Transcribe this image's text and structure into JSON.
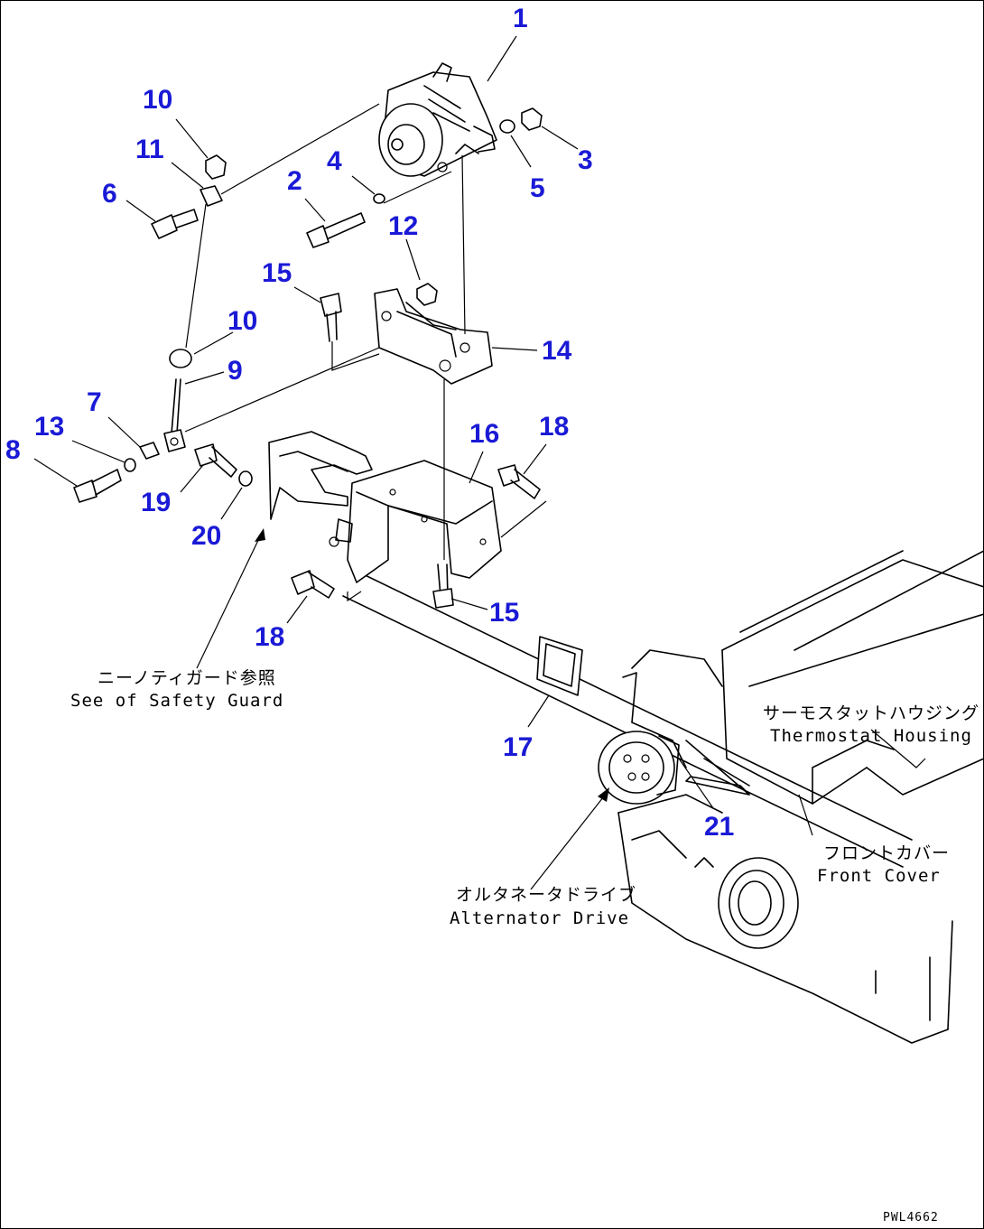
{
  "callouts": [
    "1",
    "2",
    "3",
    "4",
    "5",
    "6",
    "7",
    "8",
    "9",
    "10",
    "10",
    "11",
    "12",
    "13",
    "14",
    "15",
    "15",
    "16",
    "17",
    "18",
    "18",
    "19",
    "20",
    "21"
  ],
  "annotations": {
    "safety_guard_jp": "ニーノティガード参照",
    "safety_guard_en": "See of Safety Guard",
    "thermostat_jp": "サーモスタットハウジング",
    "thermostat_en": "Thermostat Housing",
    "front_cover_jp": "フロントカバー",
    "front_cover_en": "Front Cover",
    "alt_drive_jp": "オルタネータドライブ",
    "alt_drive_en": "Alternator Drive"
  },
  "drawing_code": "PWL4662",
  "colors": {
    "callout": "#1a1ad6",
    "line": "#000000",
    "background": "#ffffff"
  }
}
